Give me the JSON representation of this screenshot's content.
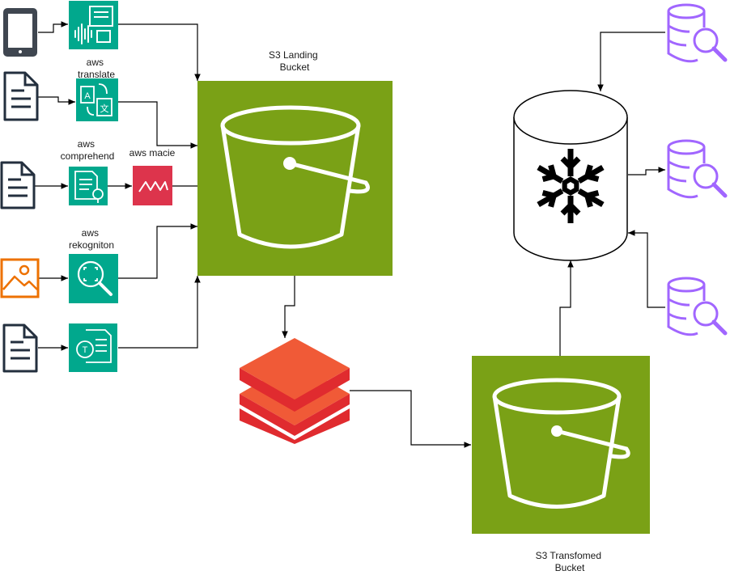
{
  "colors": {
    "aws_teal": "#01A88D",
    "macie_red": "#DD344C",
    "s3_green": "#7AA116",
    "databricks_top": "#F05A37",
    "databricks_side": "#E02B2F",
    "query_purple": "#A166FF",
    "doc_dark": "#232F3E",
    "image_orange": "#ED7100"
  },
  "labels": {
    "aws_translate": [
      "aws",
      "translate"
    ],
    "aws_comprehend": [
      "aws",
      "comprehend"
    ],
    "aws_macie": "aws macie",
    "aws_rekogniton": [
      "aws",
      "rekogniton"
    ],
    "s3_landing": [
      "S3 Landing",
      "Bucket"
    ],
    "s3_transformed": [
      "S3 Transfomed",
      "Bucket"
    ]
  },
  "icons": {
    "sources": [
      "tablet-icon",
      "document-icon",
      "document-icon",
      "image-icon",
      "document-icon"
    ],
    "services": [
      "transcribe-icon",
      "translate-icon",
      "comprehend-icon",
      "macie-icon",
      "rekognition-icon",
      "textract-icon"
    ],
    "processing": "databricks-icon",
    "warehouse": "snowflake-icon",
    "consumers": [
      "database-search-icon",
      "database-search-icon",
      "database-search-icon"
    ]
  }
}
